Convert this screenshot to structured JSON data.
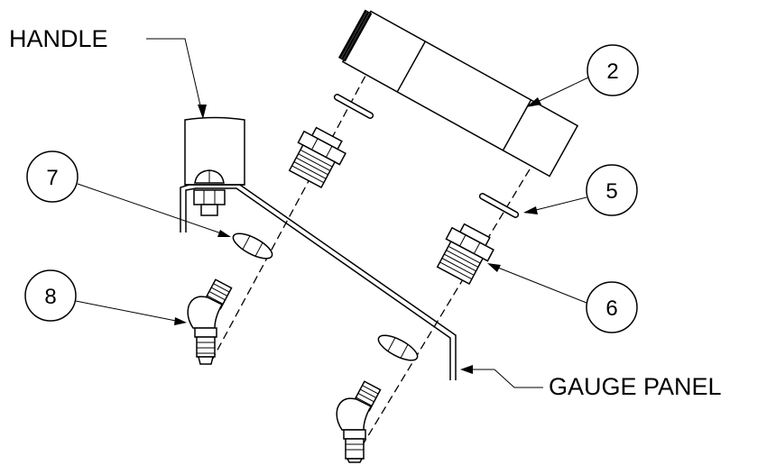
{
  "labels": {
    "handle": "HANDLE",
    "gauge_panel": "GAUGE PANEL"
  },
  "callouts": {
    "c2": "2",
    "c5": "5",
    "c6": "6",
    "c7": "7",
    "c8": "8"
  }
}
